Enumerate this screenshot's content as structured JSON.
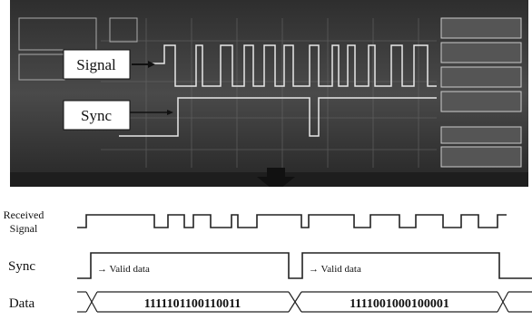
{
  "scope": {
    "signal_label": "Signal",
    "sync_label": "Sync",
    "menu_items": [
      "",
      "",
      "",
      "",
      "",
      ""
    ]
  },
  "diagram": {
    "rows": {
      "received_line1": "Received",
      "received_line2": "Signal",
      "sync": "Sync",
      "data": "Data"
    },
    "annotations": {
      "valid_1": "→ Valid data",
      "valid_2": "→ Valid data"
    },
    "frames": [
      {
        "bits": "1111101100110011"
      },
      {
        "bits": "1111001000100001"
      }
    ]
  },
  "colors": {
    "scope_bg": "#3a3a3a",
    "trace": "#e8e8e8",
    "ink": "#111111",
    "arrow": "#1a1a1a"
  }
}
